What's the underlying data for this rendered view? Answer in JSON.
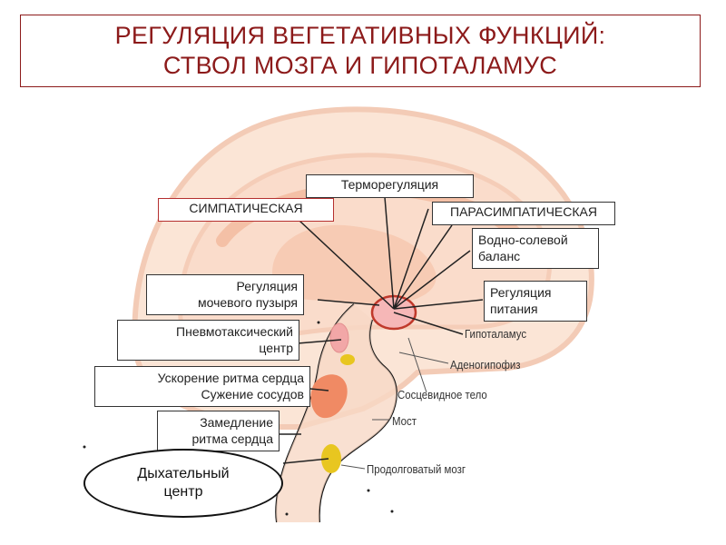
{
  "title": {
    "line1": "РЕГУЛЯЦИЯ ВЕГЕТАТИВНЫХ ФУНКЦИЙ:",
    "line2": "СТВОЛ МОЗГА И ГИПОТАЛАМУС"
  },
  "boxes": {
    "thermo": "Терморегуляция",
    "sympathetic": "СИМПАТИЧЕСКАЯ",
    "parasympathetic": "ПАРАСИМПАТИЧЕСКАЯ",
    "water_salt_1": "Водно-солевой",
    "water_salt_2": "баланс",
    "nutrition_1": "Регуляция",
    "nutrition_2": "питания",
    "bladder_1": "Регуляция",
    "bladder_2": "мочевого пузыря",
    "pneumotaxic_1": "Пневмотаксический",
    "pneumotaxic_2": "центр",
    "heart_accel_1": "Ускорение ритма сердца",
    "heart_accel_2": "Сужение сосудов",
    "heart_slow_1": "Замедление",
    "heart_slow_2": "ритма сердца",
    "respiratory_1": "Дыхательный",
    "respiratory_2": "центр"
  },
  "structures": {
    "hypothalamus": "Гипоталамус",
    "adenohypophysis": "Аденогипофиз",
    "mammillary": "Сосцевидное тело",
    "pons": "Мост",
    "medulla": "Продолговатый мозг"
  },
  "colors": {
    "title": "#8c1a1a",
    "brain_fill": "#fbe5d6",
    "brain_inner": "#f7cbb4",
    "hypothalamus_mark": "#c0392b",
    "pink_region": "#f2a7a7",
    "yellow_region": "#e8c620",
    "orange_region": "#f08a64"
  }
}
